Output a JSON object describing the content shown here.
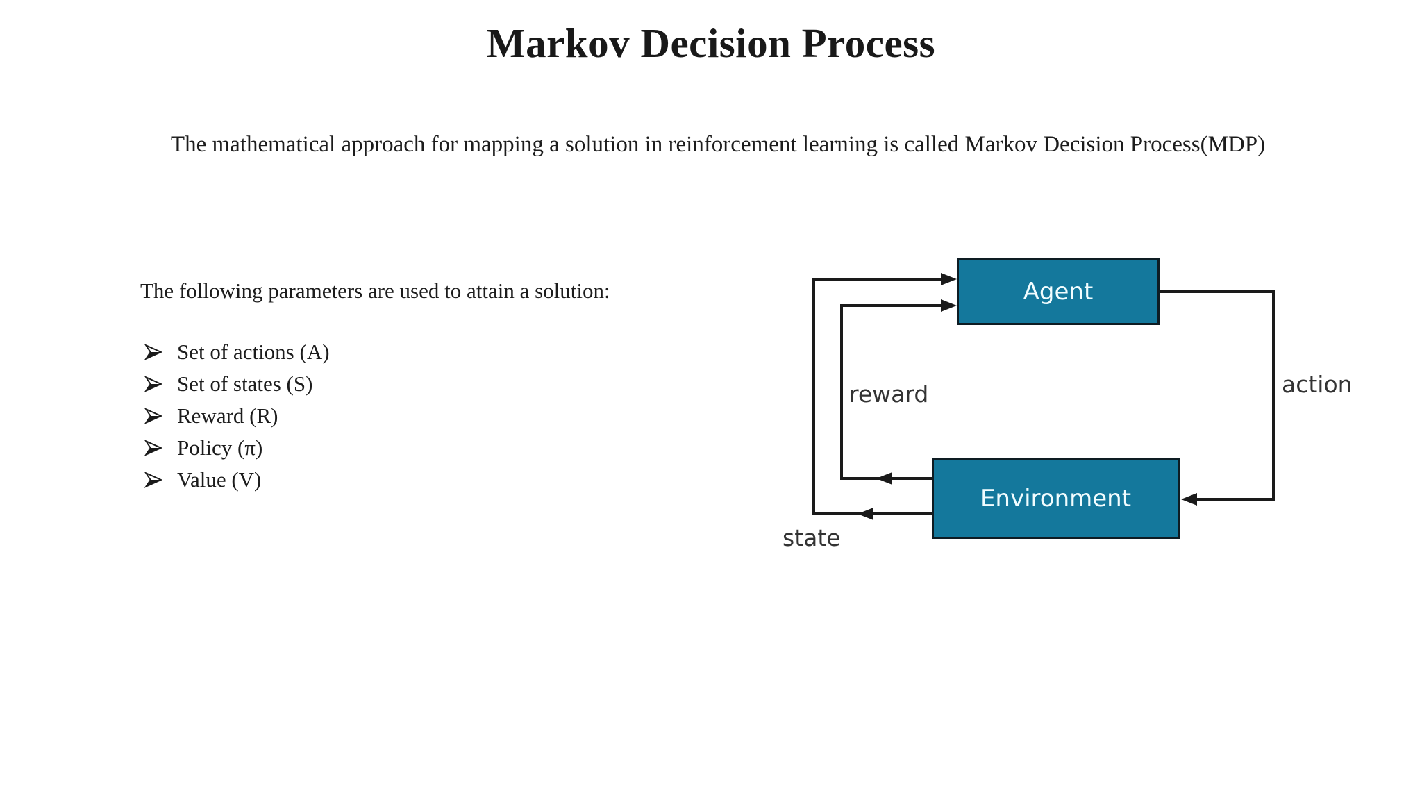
{
  "slide": {
    "title": "Markov Decision Process",
    "subtitle": "The mathematical approach for mapping a solution in reinforcement learning is called Markov Decision Process(MDP)",
    "parameters_heading": "The following parameters are used to attain a solution:",
    "parameters": [
      {
        "label": "Set of actions (A)"
      },
      {
        "label": "Set of states (S)"
      },
      {
        "label": "Reward (R)"
      },
      {
        "label": "Policy (π)"
      },
      {
        "label": "Value (V)"
      }
    ]
  },
  "diagram": {
    "agent_label": "Agent",
    "environment_label": "Environment",
    "edges": {
      "reward_label": "reward",
      "state_label": "state",
      "action_label": "action"
    },
    "flows": [
      "Environment → Agent : state",
      "Environment → Agent : reward",
      "Agent → Environment : action"
    ],
    "colors": {
      "box_fill": "#14789C",
      "box_border": "#0E1C23",
      "box_text": "#F2FDFF",
      "connector_line": "#1A1A1A",
      "edge_label_text": "#333333",
      "background": "#FFFFFF"
    }
  }
}
